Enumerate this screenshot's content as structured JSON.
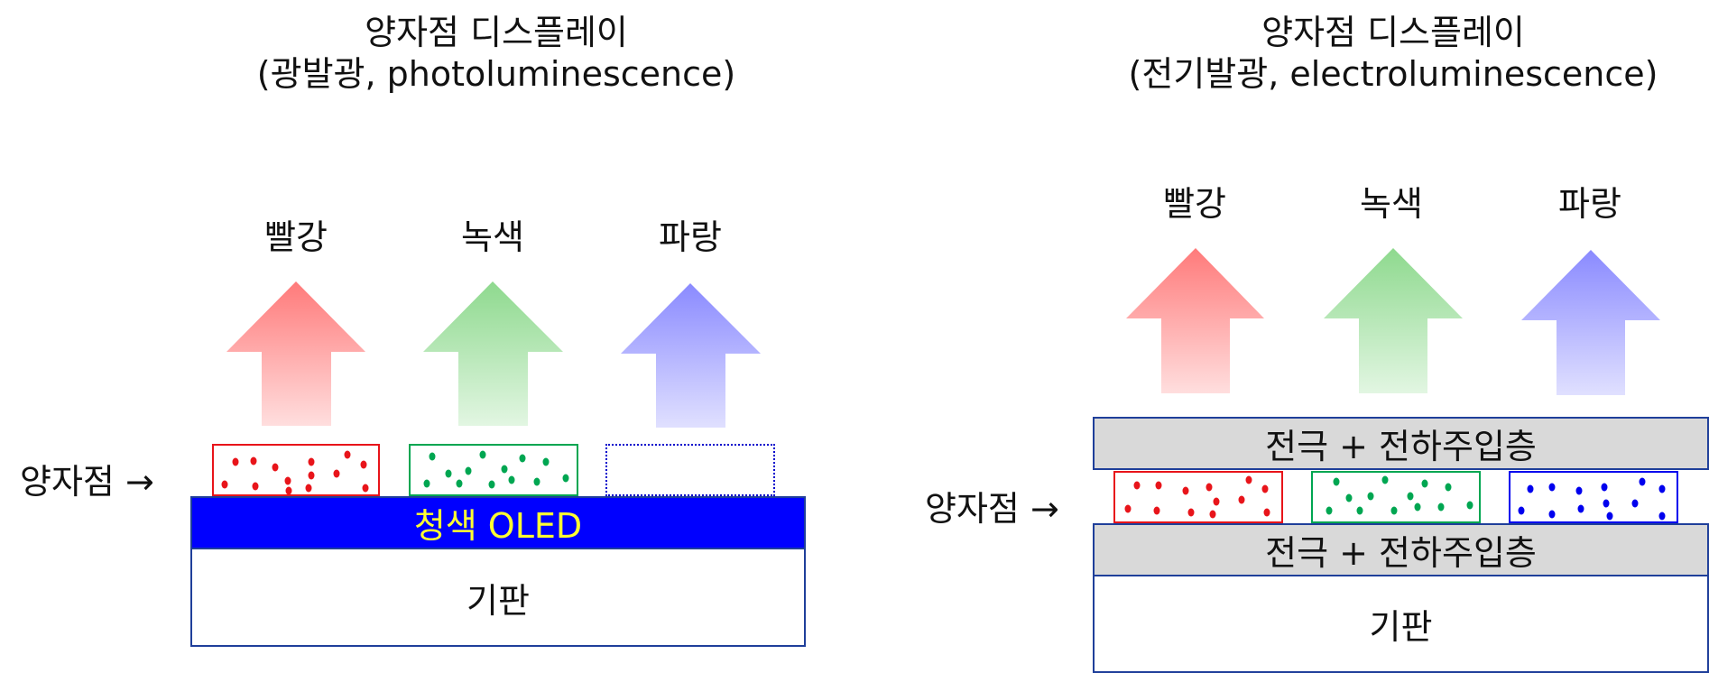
{
  "left_panel": {
    "title_line1": "양자점 디스플레이",
    "title_line2": "(광발광, photoluminescence)",
    "color_labels": [
      "빨강",
      "녹색",
      "파랑"
    ],
    "qd_label": "양자점 →",
    "blue_oled_label": "청색 OLED",
    "substrate_label": "기판"
  },
  "right_panel": {
    "title_line1": "양자점 디스플레이",
    "title_line2": "(전기발광, electroluminescence)",
    "color_labels": [
      "빨강",
      "녹색",
      "파랑"
    ],
    "qd_label": "양자점 →",
    "top_electrode_label": "전극 + 전하주입층",
    "bottom_electrode_label": "전극 + 전하주입층",
    "substrate_label": "기판"
  },
  "colors": {
    "red": "#e8141a",
    "green": "#00a651",
    "blue": "#0000ee",
    "oled_fill": "#0000ff",
    "oled_text": "#ffff33",
    "electrode_fill": "#d9d9d9",
    "outline": "#1f3f9a"
  }
}
